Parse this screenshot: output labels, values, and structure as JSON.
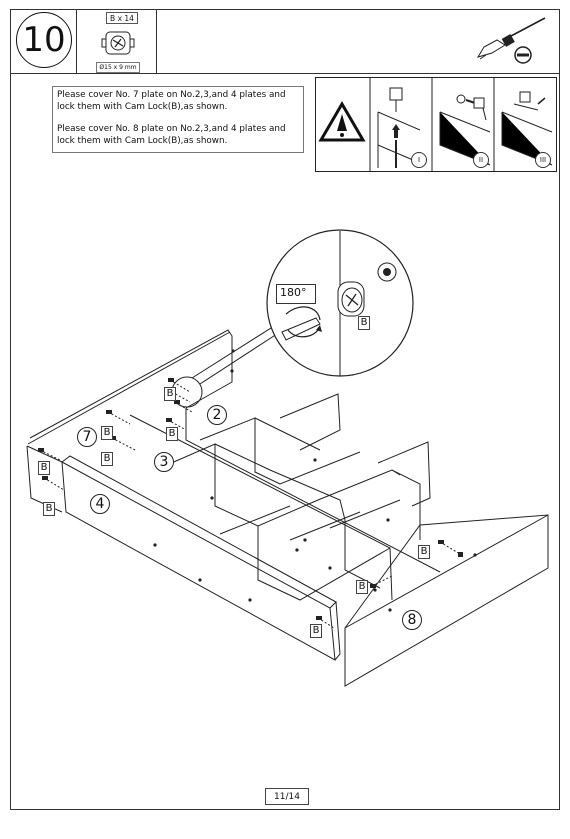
{
  "step": {
    "number": "10"
  },
  "part": {
    "code": "B x 14",
    "size": "Ø15 x 9 mm"
  },
  "instructions": [
    "Please cover No. 7 plate on No.2,3,and 4 plates and lock them with Cam Lock(B),as shown.",
    "Please cover No. 8 plate on No.2,3,and 4 plates and lock them with Cam Lock(B),as shown."
  ],
  "detail": {
    "rotation": "180°",
    "part_label": "B"
  },
  "warning_steps": [
    "I",
    "II",
    "III"
  ],
  "panel_labels": {
    "p2": "2",
    "p3": "3",
    "p4": "4",
    "p7": "7",
    "p8": "8"
  },
  "cam_label": "B",
  "page": "11/14",
  "icons": {
    "tool": "screwdriver-icon",
    "warning": "warning-icon",
    "cam": "cam-lock-icon",
    "minus": "minus-badge-icon"
  }
}
